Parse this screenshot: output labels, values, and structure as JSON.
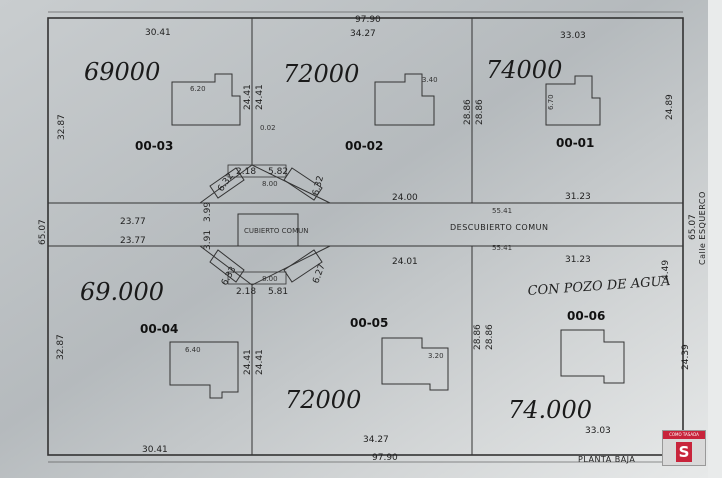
{
  "dims": {
    "top_total": "97.90",
    "bottom_total": "97.90",
    "top_left": "30.41",
    "top_mid": "34.27",
    "top_right": "33.03",
    "bottom_left": "30.41",
    "bottom_mid": "34.27",
    "bottom_right": "33.03",
    "left_upper": "32.87",
    "left_lower": "32.87",
    "left_total": "65.07",
    "right_upper": "24.89",
    "right_lower": "24.39",
    "right_total": "65.07",
    "right_small": "4.49",
    "lot_depth_left_a": "24.41",
    "lot_depth_left_b": "24.41",
    "lot_depth_left_c": "24.41",
    "lot_depth_left_d": "24.41",
    "lot_depth_mid_a": "28.86",
    "lot_depth_mid_b": "28.86",
    "lot_depth_mid_c": "28.86",
    "lot_depth_mid_d": "28.86",
    "center_23_77a": "23.77",
    "center_23_77b": "23.77",
    "center_24_00": "24.00",
    "center_24_01": "24.01",
    "center_55_41a": "55.41",
    "center_55_41b": "55.41",
    "center_31_23a": "31.23",
    "center_31_23b": "31.23",
    "ne_5_82": "5.82",
    "ne_2_18": "2.18",
    "ne_6_32": "6.32",
    "ne_6_32b": "6.32",
    "ne_3_99": "3.99",
    "se_5_81": "5.81",
    "se_2_18": "2.18",
    "se_6_33": "6.33",
    "se_6_27": "6.27",
    "se_3_91": "3.91",
    "se_8_00": "8.00",
    "ne_8_00": "8.00",
    "small_0_02": "0.02",
    "house_6_20": "6.20",
    "house_6_40": "6.40",
    "house_3_40": "3.40",
    "house_3_20": "3.20",
    "house_6_70": "6.70"
  },
  "lots": {
    "l03": "00-03",
    "l02": "00-02",
    "l01": "00-01",
    "l04": "00-04",
    "l05": "00-05",
    "l06": "00-06"
  },
  "prices": {
    "l03": "69000",
    "l02": "72000",
    "l01": "74000",
    "l04": "69.000",
    "l05": "72000",
    "l06": "74.000"
  },
  "labels": {
    "common_covered": "CUBIERTO COMUN",
    "common_uncovered": "DESCUBIERTO COMUN",
    "well_note": "CON POZO DE AGUA",
    "street": "Calle ESQUERCO",
    "caption": "PLANTA BAJA"
  },
  "logo": {
    "top": "COMO TASADA",
    "letter": "S"
  }
}
